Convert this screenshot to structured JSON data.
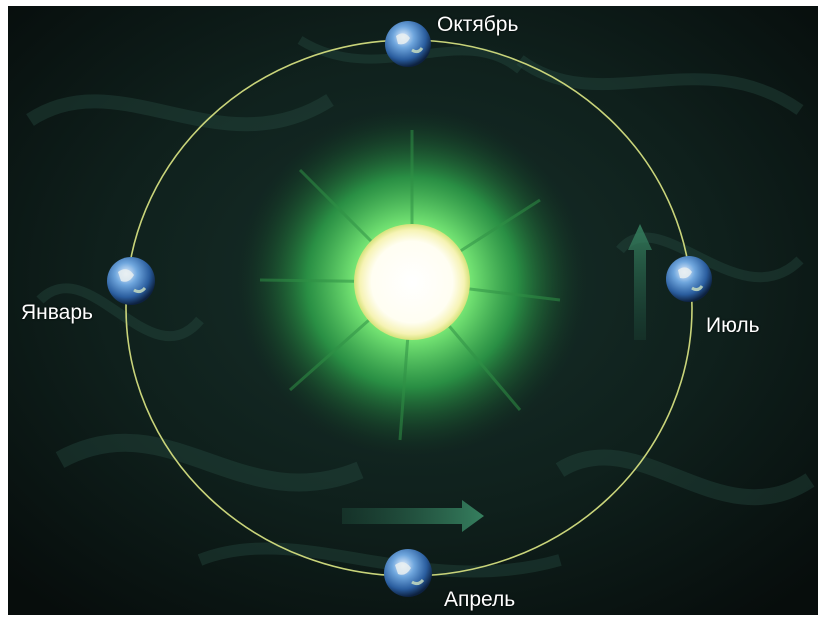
{
  "labels": {
    "october": "Октябрь",
    "january": "Январь",
    "july": "Июль",
    "april": "Апрель"
  },
  "colors": {
    "background": "#0b1613",
    "orbit": "#c9d47a",
    "corona": "#3fbf55",
    "sun_core": "#ffffff",
    "earth_ocean": "#2f6fb8",
    "arrow": "#2f7a5c"
  },
  "icons": {
    "sun": "sun-icon",
    "earth": "earth-icon",
    "arrow": "right-arrow-icon"
  }
}
